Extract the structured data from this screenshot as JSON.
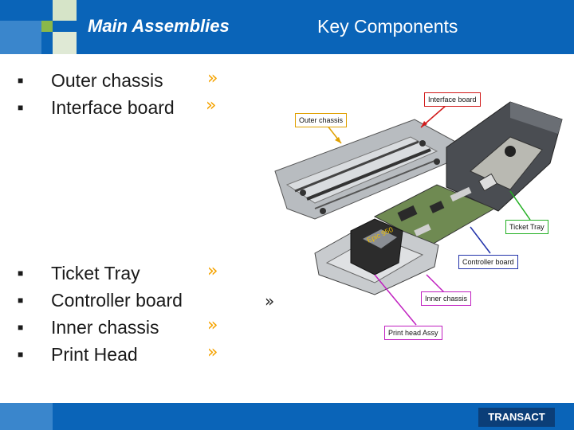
{
  "header": {
    "title_main": "Main Assemblies",
    "title_key": "Key Components",
    "color": "#0a64b8"
  },
  "bullets_top": [
    {
      "label": "Outer chassis",
      "arrow": "»"
    },
    {
      "label": "Interface board",
      "arrow": "»"
    }
  ],
  "bullets_bottom": [
    {
      "label": "Ticket Tray",
      "arrow": "»"
    },
    {
      "label": "Controller board",
      "arrow": ""
    },
    {
      "label": "Inner chassis",
      "arrow": "»"
    },
    {
      "label": "Print Head",
      "arrow": "»"
    }
  ],
  "stray_arrow": "»",
  "callouts": {
    "interface_board": "Interface board",
    "outer_chassis": "Outer chassis",
    "ticket_tray": "Ticket Tray",
    "controller_board": "Controller board",
    "inner_chassis": "Inner chassis",
    "print_head": "Print head Assy"
  },
  "product_label": "Epic 950",
  "footer": {
    "logo": "TRANSACT"
  },
  "colors": {
    "arrow": "#f5a300",
    "interface_board": "#d11a1a",
    "outer_chassis": "#e0a000",
    "ticket_tray": "#22b022",
    "controller_board": "#2233aa",
    "inner_chassis": "#c020c0",
    "print_head": "#c020c0"
  }
}
